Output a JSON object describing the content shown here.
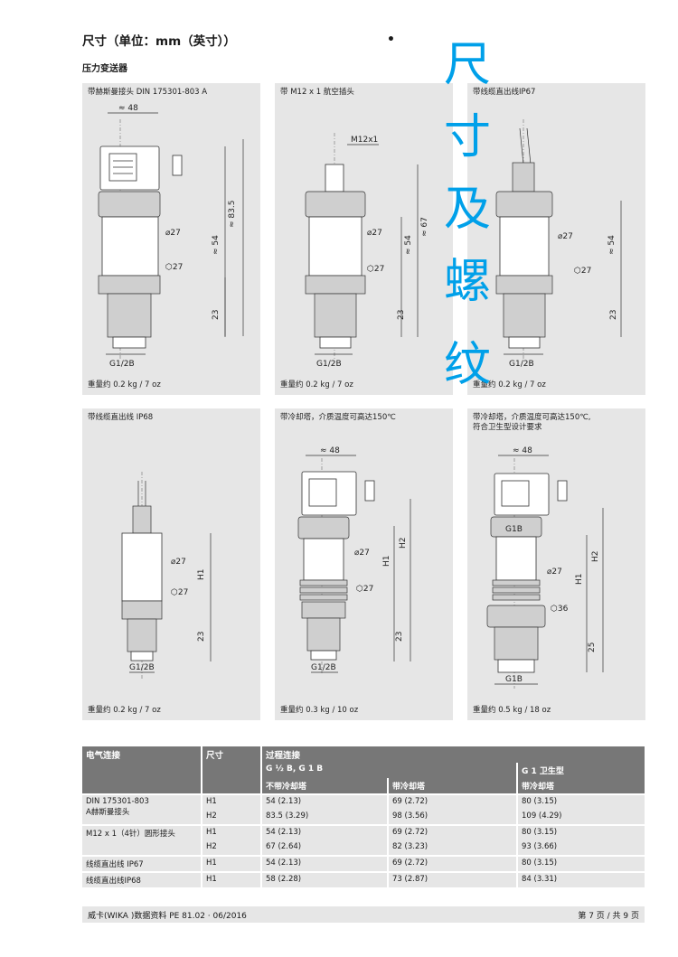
{
  "header": {
    "title": "尺寸（单位：mm（英寸））",
    "dot": "•",
    "subtitle": "压力变送器"
  },
  "overlay": [
    "尺",
    "寸",
    "及",
    "螺",
    "纹"
  ],
  "panels": [
    {
      "caption": "带赫斯曼接头 DIN 175301-803 A",
      "weight": "重量约 0.2 kg / 7 oz",
      "dims": [
        "≈ 48",
        "≈ 83.5",
        "≈ 54",
        "⌀27",
        "⬡27",
        "23",
        "G1/2B"
      ]
    },
    {
      "caption": "带 M12 x 1 航空插头",
      "weight": "重量约 0.2 kg / 7 oz",
      "dims": [
        "M12x1",
        "≈ 67",
        "≈ 54",
        "⌀27",
        "⬡27",
        "23",
        "G1/2B"
      ]
    },
    {
      "caption": "带线缆直出线IP67",
      "weight": "重量约 0.2 kg / 7 oz",
      "dims": [
        "≈ 54",
        "⌀27",
        "⬡27",
        "23",
        "G1/2B"
      ]
    },
    {
      "caption": "带线缆直出线 IP68",
      "weight": "重量约 0.2 kg / 7 oz",
      "dims": [
        "⌀27",
        "H1",
        "⬡27",
        "23",
        "G1/2B"
      ]
    },
    {
      "caption": "带冷却塔，介质温度可高达150℃",
      "weight": "重量约 0.3 kg / 10 oz",
      "dims": [
        "≈ 48",
        "⌀27",
        "H1",
        "H2",
        "⬡27",
        "23",
        "G1/2B"
      ]
    },
    {
      "caption": "带冷却塔，介质温度可高达150℃,",
      "caption2": "符合卫生型设计要求",
      "weight": "重量约 0.5 kg / 18 oz",
      "dims": [
        "≈ 48",
        "G1B",
        "⌀27",
        "H1",
        "H2",
        "⬡36",
        "25",
        "G1B"
      ]
    }
  ],
  "table": {
    "col1": "电气连接",
    "col2": "尺寸",
    "col3": "过程连接",
    "sub1": "G ½ B, G 1 B",
    "sub2": "G 1 卫生型",
    "c_a": "不带冷却塔",
    "c_b": "带冷却塔",
    "c_c": "带冷却塔",
    "rows": [
      {
        "conn": "DIN 175301-803",
        "conn2": "A赫斯曼接头",
        "h": "H1",
        "a": "54 (2.13)",
        "b": "69 (2.72)",
        "c": "80 (3.15)"
      },
      {
        "conn": "",
        "conn2": "",
        "h": "H2",
        "a": "83.5 (3.29)",
        "b": "98 (3.56)",
        "c": "109 (4.29)"
      },
      {
        "conn": "M12 x 1（4针）圆形接头",
        "conn2": "",
        "h": "H1",
        "a": "54 (2.13)",
        "b": "69 (2.72)",
        "c": "80 (3.15)"
      },
      {
        "conn": "",
        "conn2": "",
        "h": "H2",
        "a": "67 (2.64)",
        "b": "82 (3.23)",
        "c": "93 (3.66)"
      },
      {
        "conn": "线缆直出线 IP67",
        "conn2": "",
        "h": "H1",
        "a": "54 (2.13)",
        "b": "69 (2.72)",
        "c": "80 (3.15)"
      },
      {
        "conn": "线缆直出线IP68",
        "conn2": "",
        "h": "H1",
        "a": "58 (2.28)",
        "b": "73 (2.87)",
        "c": "84 (3.31)"
      }
    ]
  },
  "footer": {
    "left": "威卡(WIKA )数据资料 PE 81.02 · 06/2016",
    "right": "第 7 页 / 共 9 页"
  }
}
